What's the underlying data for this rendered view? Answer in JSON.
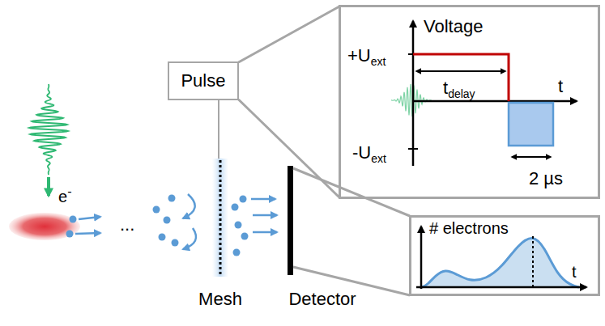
{
  "diagram": {
    "nodes": [
      {
        "text": [
          "Pulse"
        ]
      },
      {
        "text": [
          "Voltage",
          "t",
          "+U",
          "ext",
          "t",
          "delay",
          "-U",
          "ext",
          "2 µs"
        ]
      },
      {
        "text": [
          "# electrons",
          "t"
        ]
      }
    ],
    "edges": [
      {
        "from": 0,
        "to": 1,
        "arrow": "none"
      }
    ],
    "labels": [
      "e",
      "-",
      "...",
      "Mesh",
      "Detector"
    ]
  }
}
